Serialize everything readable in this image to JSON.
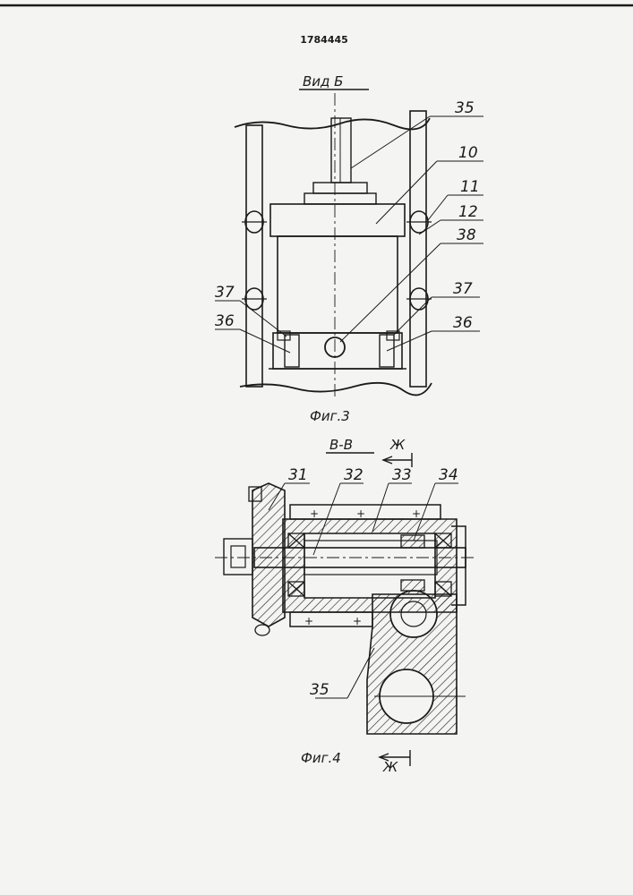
{
  "patent_number": "1784445",
  "figure3": {
    "view_label": "Вид Б",
    "caption": "Фиг.3",
    "callouts": [
      "35",
      "10",
      "11",
      "12",
      "38",
      "37",
      "37",
      "36",
      "36"
    ]
  },
  "figure4": {
    "section_label": "В-В",
    "section_arrow_label": "Ж",
    "caption": "Фиг.4",
    "bottom_arrow_label": "Ж",
    "callouts": [
      "31",
      "32",
      "33",
      "34",
      "35"
    ]
  }
}
